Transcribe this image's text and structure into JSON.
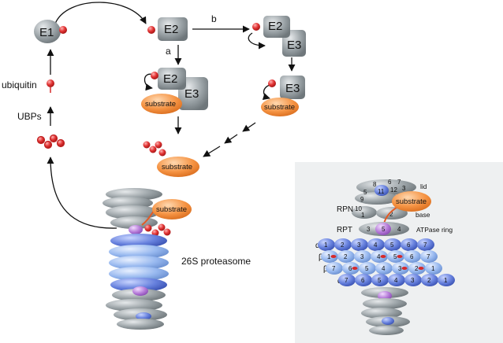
{
  "enzymes": {
    "e1": "E1",
    "e2": "E2",
    "e3": "E3"
  },
  "pathway_labels": {
    "a": "a",
    "b": "b"
  },
  "side_labels": {
    "ubiquitin": "ubiquitin",
    "ubps": "UBPs"
  },
  "substrate": "substrate",
  "proteasome_label": "26S proteasome",
  "inset": {
    "lid": "lid",
    "base": "base",
    "rpn": "RPN",
    "rpt": "RPT",
    "atpase_ring": "ATPase ring",
    "substrate": "substrate",
    "lid_numbers": [
      "5",
      "8",
      "6",
      "7",
      "9",
      "11",
      "12",
      "3",
      "10",
      "1",
      "2"
    ],
    "rpt_numbers": [
      "3",
      "5",
      "4"
    ],
    "alpha_label": "α",
    "beta_label": "β",
    "alpha_top": [
      "1",
      "2",
      "3",
      "4",
      "5",
      "6",
      "7"
    ],
    "beta_upper": [
      "1",
      "2",
      "3",
      "4",
      "5",
      "6",
      "7"
    ],
    "beta_lower": [
      "7",
      "6",
      "5",
      "4",
      "3",
      "2",
      "1"
    ],
    "alpha_bottom": [
      "7",
      "6",
      "5",
      "4",
      "3",
      "2",
      "1"
    ]
  },
  "colors": {
    "ubiquitin": "#d62a2a",
    "enzyme": "#8e9698",
    "substrate": "#f08a3e",
    "alpha_ring": "#5b74d4",
    "beta_ring": "#8fb2ea",
    "cap_grey": "#a9b0b6",
    "purple": "#b57ad8",
    "inset_bg": "#eef0f1"
  }
}
